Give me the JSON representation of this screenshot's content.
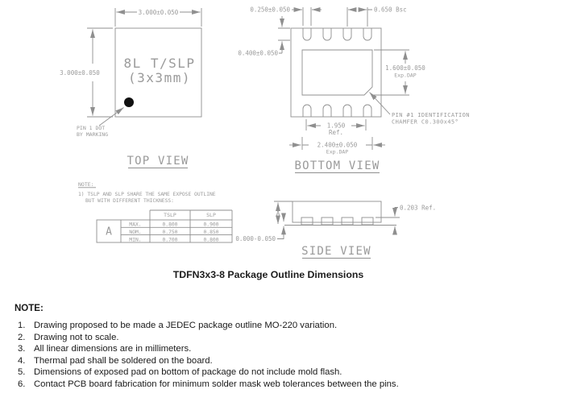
{
  "page": {
    "title": "TDFN3x3-8 Package Outline Dimensions"
  },
  "top_view": {
    "label": "TOP VIEW",
    "chip_marking_line1": "8L T/SLP",
    "chip_marking_line2": "(3x3mm)",
    "dim_width": "3.000±0.050",
    "dim_height": "3.000±0.050",
    "pin1_note_line1": "PIN 1 DOT",
    "pin1_note_line2": "BY MARKING"
  },
  "bottom_view": {
    "label": "BOTTOM VIEW",
    "dim_pad_width": "0.250±0.050",
    "dim_pitch": "0.650 Bsc",
    "dim_pad_length": "0.400±0.050",
    "dim_dap_height_line1": "1.600±0.050",
    "dim_dap_height_line2": "Exp.DAP",
    "dim_pin_span_line1": "1.950",
    "dim_pin_span_line2": "Ref.",
    "dim_dap_width_line1": "2.400±0.050",
    "dim_dap_width_line2": "Exp.DAP",
    "pin1_id_line1": "PIN #1 IDENTIFICATION",
    "pin1_id_line2": "CHAMFER C0.300x45°"
  },
  "side_view": {
    "label": "SIDE VIEW",
    "dim_a": "A",
    "dim_lead_thickness": "0.203 Ref.",
    "dim_standoff": "0.000-0.050"
  },
  "thickness_note": {
    "heading": "NOTE:",
    "line1": "1) TSLP AND SLP SHARE THE SAME EXPOSE OUTLINE",
    "line2": "BUT WITH DIFFERENT THICKNESS:",
    "table": {
      "row_label": "A",
      "col_tslp": "TSLP",
      "col_slp": "SLP",
      "rows": [
        {
          "name": "MAX.",
          "tslp": "0.800",
          "slp": "0.900"
        },
        {
          "name": "NOM.",
          "tslp": "0.750",
          "slp": "0.850"
        },
        {
          "name": "MIN.",
          "tslp": "0.700",
          "slp": "0.800"
        }
      ]
    }
  },
  "notes": {
    "heading": "NOTE:",
    "items": [
      {
        "num": "1.",
        "text": "Drawing proposed to be made a JEDEC package outline MO-220 variation."
      },
      {
        "num": "2.",
        "text": "Drawing not to scale."
      },
      {
        "num": "3.",
        "text": "All linear dimensions are in millimeters."
      },
      {
        "num": "4.",
        "text": "Thermal pad shall be soldered on the board."
      },
      {
        "num": "5.",
        "text": "Dimensions of exposed pad on bottom of package do not include mold flash."
      },
      {
        "num": "6.",
        "text": "Contact PCB board fabrication for minimum solder mask web tolerances between the pins."
      }
    ]
  },
  "colors": {
    "line": "#8f8f8f",
    "cad_text": "#9a9a9a",
    "text": "#1a1a1a",
    "pin1_dot": "#111111"
  }
}
